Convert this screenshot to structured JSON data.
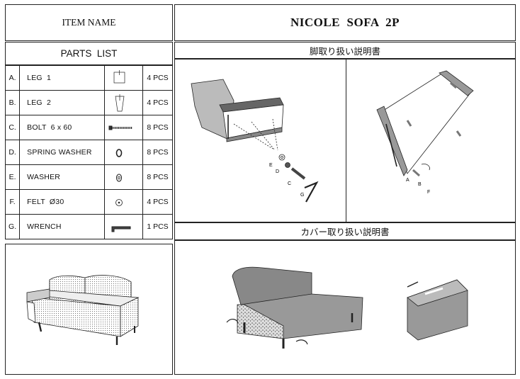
{
  "header": {
    "item_name_label": "ITEM NAME",
    "product_name": "NICOLE  SOFA  2P"
  },
  "parts_list": {
    "title": "PARTS  LIST",
    "rows": [
      {
        "letter": "A.",
        "name": "LEG  1",
        "icon": "leg1-icon",
        "qty": "4 PCS"
      },
      {
        "letter": "B.",
        "name": "LEG  2",
        "icon": "leg2-icon",
        "qty": "4 PCS"
      },
      {
        "letter": "C.",
        "name": "BOLT  6 x 60",
        "icon": "bolt-icon",
        "qty": "8 PCS"
      },
      {
        "letter": "D.",
        "name": "SPRING WASHER",
        "icon": "spring-washer-icon",
        "qty": "8 PCS"
      },
      {
        "letter": "E.",
        "name": "WASHER",
        "icon": "washer-icon",
        "qty": "8 PCS"
      },
      {
        "letter": "F.",
        "name": "FELT  Ø30",
        "icon": "felt-icon",
        "qty": "4 PCS"
      },
      {
        "letter": "G.",
        "name": "WRENCH",
        "icon": "wrench-icon",
        "qty": "1 PCS"
      }
    ]
  },
  "sections": {
    "leg_instructions_title": "脚取り扱い説明書",
    "cover_instructions_title": "カバー取り扱い説明書"
  },
  "diagram_labels": {
    "e": "E",
    "d": "D",
    "c": "C",
    "g": "G",
    "a": "A",
    "b": "B",
    "f": "F"
  }
}
